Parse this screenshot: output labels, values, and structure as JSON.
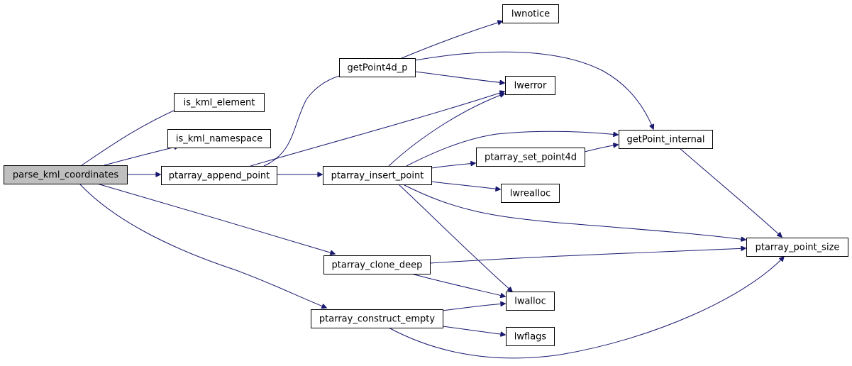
{
  "call_graph": {
    "root": "parse_kml_coordinates",
    "nodes": [
      {
        "id": "parse_kml_coordinates",
        "label": "parse_kml_coordinates",
        "highlighted": true
      },
      {
        "id": "is_kml_element",
        "label": "is_kml_element"
      },
      {
        "id": "is_kml_namespace",
        "label": "is_kml_namespace"
      },
      {
        "id": "ptarray_append_point",
        "label": "ptarray_append_point"
      },
      {
        "id": "ptarray_clone_deep",
        "label": "ptarray_clone_deep"
      },
      {
        "id": "ptarray_construct_empty",
        "label": "ptarray_construct_empty"
      },
      {
        "id": "getPoint4d_p",
        "label": "getPoint4d_p"
      },
      {
        "id": "lwerror",
        "label": "lwerror"
      },
      {
        "id": "ptarray_insert_point",
        "label": "ptarray_insert_point"
      },
      {
        "id": "lwnotice",
        "label": "lwnotice"
      },
      {
        "id": "getPoint_internal",
        "label": "getPoint_internal"
      },
      {
        "id": "ptarray_set_point4d",
        "label": "ptarray_set_point4d"
      },
      {
        "id": "lwrealloc",
        "label": "lwrealloc"
      },
      {
        "id": "lwalloc",
        "label": "lwalloc"
      },
      {
        "id": "lwflags",
        "label": "lwflags"
      },
      {
        "id": "ptarray_point_size",
        "label": "ptarray_point_size"
      }
    ],
    "edges": [
      {
        "from": "parse_kml_coordinates",
        "to": "is_kml_element"
      },
      {
        "from": "parse_kml_coordinates",
        "to": "is_kml_namespace"
      },
      {
        "from": "parse_kml_coordinates",
        "to": "ptarray_append_point"
      },
      {
        "from": "parse_kml_coordinates",
        "to": "ptarray_clone_deep"
      },
      {
        "from": "parse_kml_coordinates",
        "to": "ptarray_construct_empty"
      },
      {
        "from": "ptarray_append_point",
        "to": "getPoint4d_p"
      },
      {
        "from": "ptarray_append_point",
        "to": "lwerror"
      },
      {
        "from": "ptarray_append_point",
        "to": "ptarray_insert_point"
      },
      {
        "from": "getPoint4d_p",
        "to": "lwnotice"
      },
      {
        "from": "getPoint4d_p",
        "to": "lwerror"
      },
      {
        "from": "getPoint4d_p",
        "to": "getPoint_internal"
      },
      {
        "from": "ptarray_insert_point",
        "to": "lwerror"
      },
      {
        "from": "ptarray_insert_point",
        "to": "getPoint_internal"
      },
      {
        "from": "ptarray_insert_point",
        "to": "ptarray_set_point4d"
      },
      {
        "from": "ptarray_insert_point",
        "to": "lwrealloc"
      },
      {
        "from": "ptarray_insert_point",
        "to": "ptarray_point_size"
      },
      {
        "from": "ptarray_insert_point",
        "to": "lwalloc"
      },
      {
        "from": "ptarray_set_point4d",
        "to": "getPoint_internal"
      },
      {
        "from": "getPoint_internal",
        "to": "ptarray_point_size"
      },
      {
        "from": "ptarray_clone_deep",
        "to": "ptarray_point_size"
      },
      {
        "from": "ptarray_clone_deep",
        "to": "lwalloc"
      },
      {
        "from": "ptarray_construct_empty",
        "to": "lwalloc"
      },
      {
        "from": "ptarray_construct_empty",
        "to": "lwflags"
      },
      {
        "from": "ptarray_construct_empty",
        "to": "ptarray_point_size"
      }
    ],
    "colors": {
      "edge": "#191970",
      "node_border": "#000000",
      "node_fill": "#ffffff",
      "root_fill": "#bfbfbf"
    }
  }
}
